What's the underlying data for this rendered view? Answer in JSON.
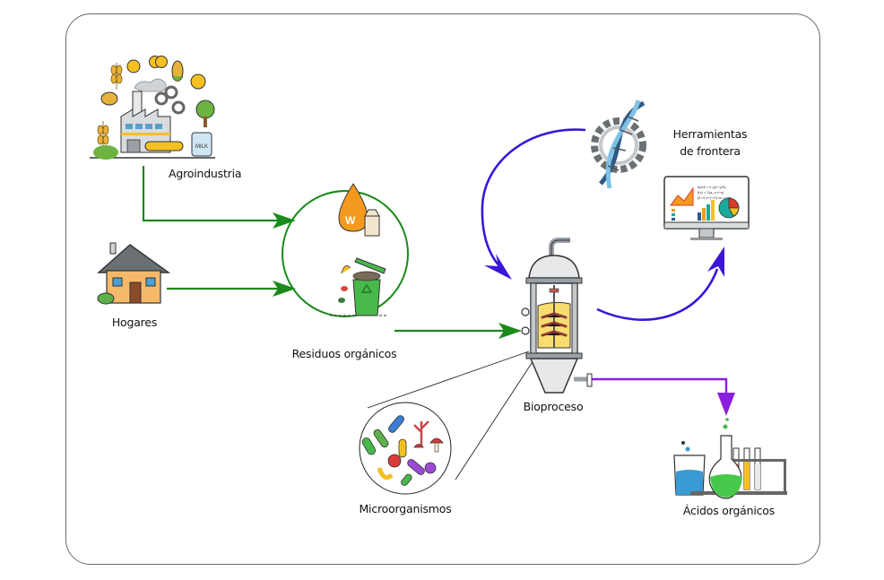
{
  "diagram": {
    "nodes": {
      "agroindustria": {
        "label": "Agroindustria",
        "icon": "factory-agriculture-icon"
      },
      "hogares": {
        "label": "Hogares",
        "icon": "house-icon"
      },
      "residuos": {
        "label": "Residuos orgánicos",
        "icon": "organic-waste-icon"
      },
      "bioproceso": {
        "label": "Bioproceso",
        "icon": "bioreactor-icon"
      },
      "herramientas": {
        "label_line1": "Herramientas",
        "label_line2": "de frontera",
        "icon": "dna-gear-icon"
      },
      "microorganismos": {
        "label": "Microorganismos",
        "icon": "microbes-icon"
      },
      "acidos": {
        "label": "Ácidos orgánicos",
        "icon": "lab-flasks-icon"
      }
    },
    "edges": [
      {
        "from": "agroindustria",
        "to": "residuos",
        "color": "#1a8a1a"
      },
      {
        "from": "hogares",
        "to": "residuos",
        "color": "#1a8a1a"
      },
      {
        "from": "residuos",
        "to": "bioproceso",
        "color": "#1a8a1a"
      },
      {
        "from": "herramientas",
        "to": "bioproceso",
        "color": "#3b16d9"
      },
      {
        "from": "bioproceso",
        "to": "herramientas",
        "color": "#3b16d9"
      },
      {
        "from": "bioproceso",
        "to": "acidos",
        "color": "#8a1ee0"
      },
      {
        "from": "microorganismos",
        "to": "bioproceso",
        "color": "#222222",
        "style": "zoom-lines"
      }
    ],
    "colors": {
      "green": "#1a8a1a",
      "blue": "#3b16d9",
      "purple": "#8a1ee0",
      "frame": "#6b6b6b"
    }
  }
}
